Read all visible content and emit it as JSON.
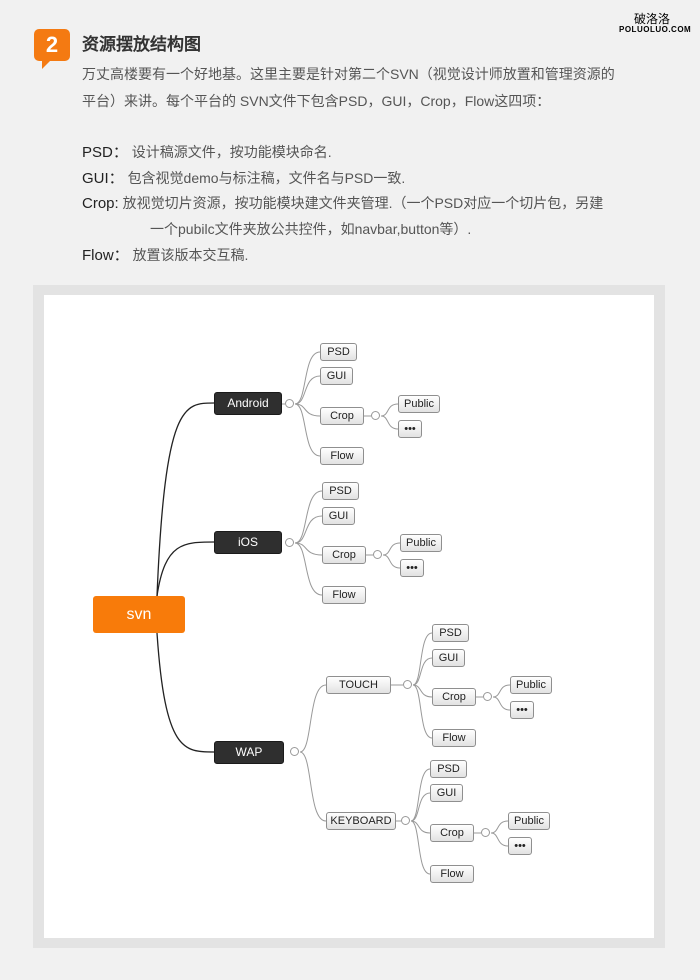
{
  "watermark": {
    "cn": "破洛洛",
    "en": "POLUOLUO.COM"
  },
  "section": {
    "number": "2",
    "title": "资源摆放结构图"
  },
  "intro": [
    "万丈高楼要有一个好地基。这里主要是针对第二个SVN（视觉设计师放置和管理资源的",
    "平台）来讲。每个平台的 SVN文件下包含PSD，GUI，Crop，Flow这四项："
  ],
  "definitions": [
    {
      "term": "PSD：",
      "text": "设计稿源文件，按功能模块命名."
    },
    {
      "term": "GUI：",
      "text": "包含视觉demo与标注稿，文件名与PSD一致."
    },
    {
      "term": "Crop:",
      "text": "放视觉切片资源，按功能模块建文件夹管理.（一个PSD对应一个切片包，另建"
    },
    {
      "term": "",
      "text": "一个pubilc文件夹放公共控件，如navbar,button等）."
    },
    {
      "term": "Flow：",
      "text": "放置该版本交互稿."
    }
  ],
  "diagram": {
    "root": "svn",
    "platforms": [
      "Android",
      "iOS",
      "WAP"
    ],
    "wap_children": [
      "TOUCH",
      "KEYBOARD"
    ],
    "folders": [
      "PSD",
      "GUI",
      "Crop",
      "Flow"
    ],
    "crop_children": [
      "Public",
      "•••"
    ],
    "colors": {
      "root": "#f87b0a",
      "platform": "#2f2f2f"
    }
  }
}
